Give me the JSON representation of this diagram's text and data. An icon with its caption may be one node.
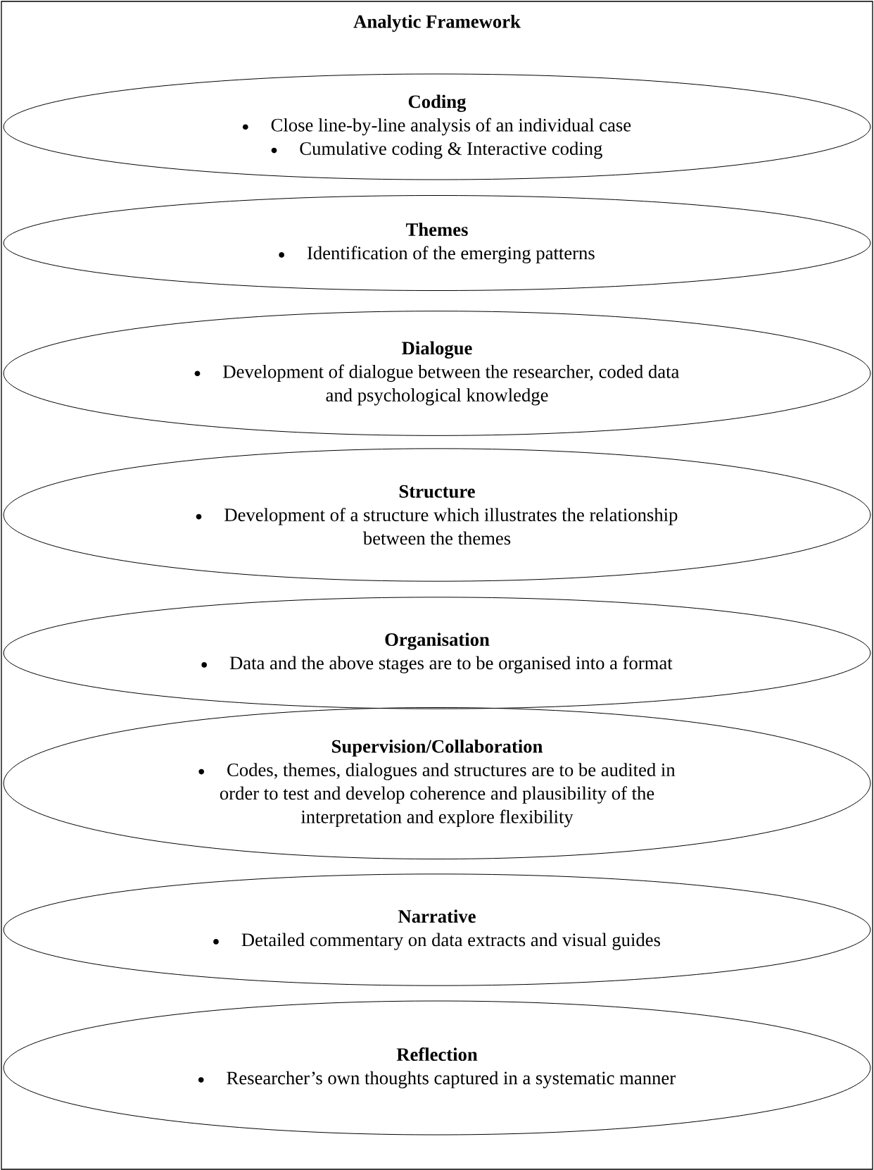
{
  "diagram": {
    "title": "Analytic Framework",
    "nodes": [
      {
        "text": [
          "Coding",
          "Close line-by-line analysis of an individual case",
          "Cumulative coding & Interactive coding"
        ]
      },
      {
        "text": [
          "Themes",
          "Identification of the emerging patterns"
        ]
      },
      {
        "text": [
          "Dialogue",
          "Development of dialogue between the researcher, coded data and psychological knowledge"
        ]
      },
      {
        "text": [
          "Structure",
          "Development of a structure which illustrates the relationship between the themes"
        ]
      },
      {
        "text": [
          "Organisation",
          "Data and the above stages are to be organised into a format"
        ]
      },
      {
        "text": [
          "Supervision/Collaboration",
          "Codes, themes, dialogues and structures are to be audited in order to test and develop coherence and plausibility of the interpretation and explore flexibility"
        ]
      },
      {
        "text": [
          "Narrative",
          "Detailed commentary on data extracts and visual guides"
        ]
      },
      {
        "text": [
          "Reflection",
          "Researcher’s own thoughts captured in a systematic manner"
        ]
      }
    ]
  }
}
